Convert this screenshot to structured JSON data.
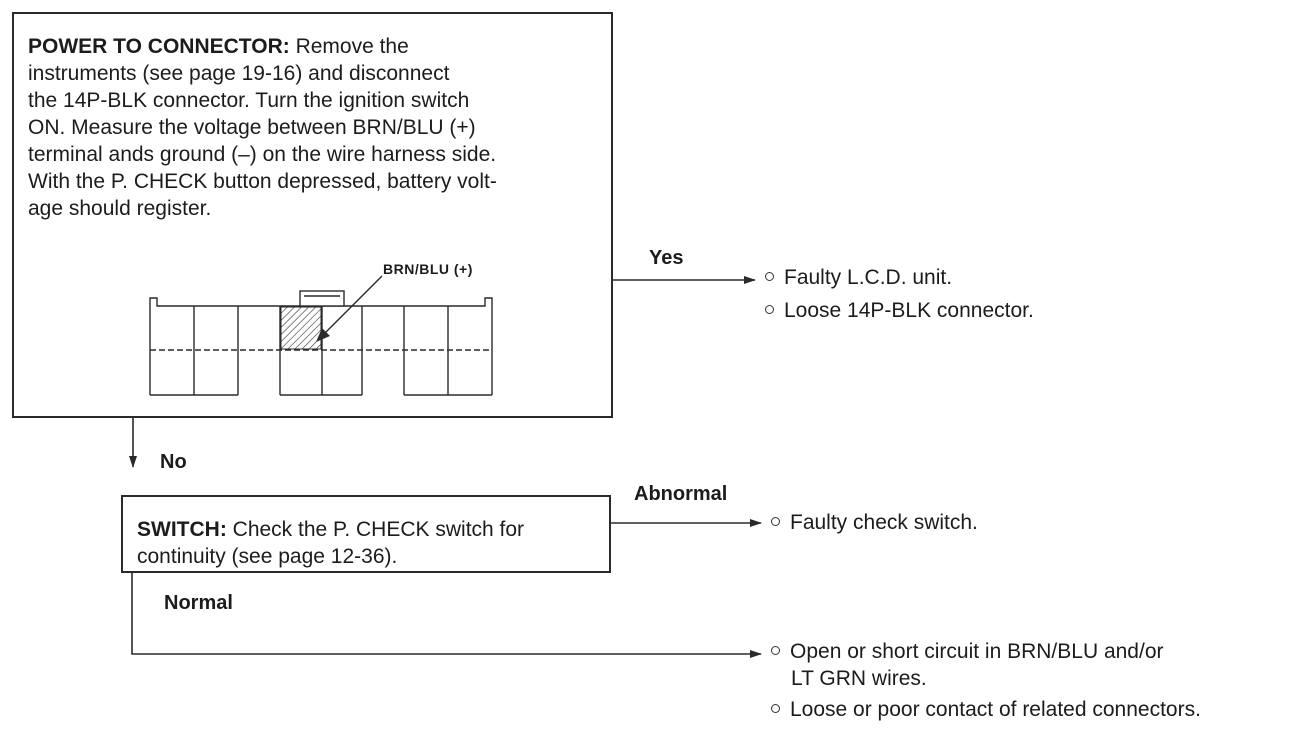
{
  "step1": {
    "heading": "POWER TO CONNECTOR:",
    "lines": [
      " Remove the",
      "instruments (see page 19-16) and disconnect",
      "the 14P-BLK connector. Turn the ignition switch",
      "ON. Measure the voltage between BRN/BLU (+)",
      "terminal ands ground (–) on the wire harness side.",
      "With the P. CHECK button depressed, battery volt-",
      "age should register."
    ],
    "connector_label": "BRN/BLU (+)"
  },
  "step2": {
    "heading": "SWITCH:",
    "lines": [
      " Check the P. CHECK switch for",
      "continuity (see page 12-36)."
    ]
  },
  "branch_labels": {
    "yes": "Yes",
    "no": "No",
    "abnormal": "Abnormal",
    "normal": "Normal"
  },
  "results": {
    "yes": [
      "Faulty L.C.D. unit.",
      "Loose 14P-BLK connector."
    ],
    "abnormal": [
      "Faulty check switch."
    ],
    "normal": [
      [
        "Open or short circuit in BRN/BLU and/or",
        "LT GRN wires."
      ],
      [
        "Loose or poor contact of related connectors."
      ]
    ]
  },
  "colors": {
    "line": "#2a2a2a",
    "text": "#1c1c1c"
  }
}
